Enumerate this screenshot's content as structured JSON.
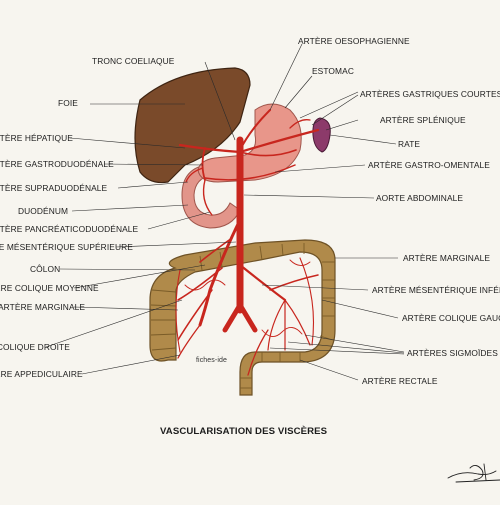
{
  "diagram": {
    "title": "VASCULARISATION DES VISCÈRES",
    "credit": "fiches-ide",
    "colors": {
      "liver": "#7a4a2a",
      "stomach": "#e8968a",
      "duodenum": "#e2958a",
      "spleen": "#8c3a6a",
      "artery": "#c8261e",
      "colon": "#b08a4a",
      "colon_haustra": "#8a6a30",
      "background": "#f7f5ef"
    },
    "labels": {
      "tronc_coeliaque": "TRONC COELIAQUE",
      "artere_oesophagienne": "ARTÈRE OESOPHAGIENNE",
      "estomac": "ESTOMAC",
      "arteres_gastriques_courtes": "ARTÈRES GASTRIQUES COURTES",
      "foie": "FOIE",
      "artere_splenique": "ARTÈRE SPLÉNIQUE",
      "artere_hepatique": "ARTÈRE HÉPATIQUE",
      "rate": "RATE",
      "artere_gastroduodenale": "ARTÈRE GASTRODUODÉNALE",
      "artere_gastro_omentale": "ARTÈRE GASTRO-OMENTALE",
      "artere_supraduodenale": "ARTÈRE SUPRADUODÉNALE",
      "aorte_abdominale": "AORTE ABDOMINALE",
      "duodenum": "DUODÉNUM",
      "artere_pancreaticoduodenale": "ARTÈRE PANCRÉATICODUODÉNALE",
      "artere_mesenterique_superieure": "ARTÈRE MÉSENTÉRIQUE SUPÉRIEURE",
      "artere_marginale_droite": "ARTÈRE MARGINALE",
      "colon": "CÔLON",
      "artere_mesenterique_inferieure": "ARTÈRE MÉSENTÉRIQUE INFÉRIEURE",
      "artere_colique_moyenne": "ARTÈRE COLIQUE MOYENNE",
      "artere_marginale_gauche": "ARTÈRE MARGINALE",
      "artere_colique_gauche": "ARTÈRE COLIQUE GAUCHE",
      "artere_colique_droite": "ARTÈRE COLIQUE DROITE",
      "arteres_sigmoides": "ARTÈRES SIGMOÏDES",
      "artere_appendiculaire": "ARTÈRE APPEDICULAIRE",
      "artere_rectale": "ARTÈRE RECTALE"
    }
  }
}
